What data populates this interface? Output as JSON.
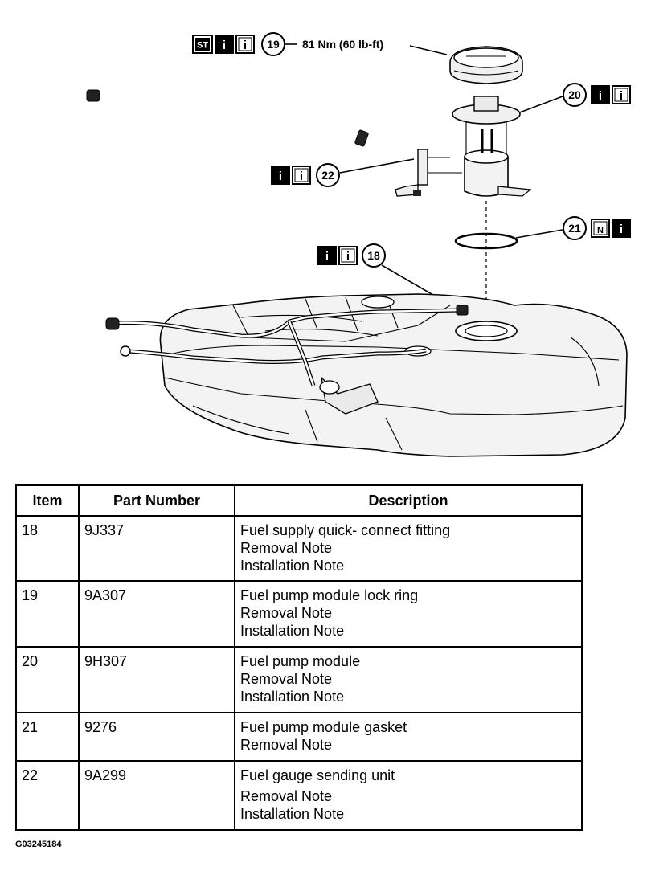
{
  "callouts": {
    "c19": {
      "number": "19",
      "torque": "81 Nm (60 lb-ft)",
      "badges": [
        "ST",
        "i",
        "i"
      ]
    },
    "c20": {
      "number": "20",
      "badges": [
        "i",
        "i"
      ]
    },
    "c21": {
      "number": "21",
      "badges": [
        "N",
        "i"
      ]
    },
    "c22": {
      "number": "22",
      "badges": [
        "i",
        "i"
      ]
    },
    "c18": {
      "number": "18",
      "badges": [
        "i",
        "i"
      ]
    }
  },
  "table": {
    "headers": {
      "item": "Item",
      "part_number": "Part Number",
      "description": "Description"
    },
    "rows": [
      {
        "item": "18",
        "part_number": "9J337",
        "description": [
          "Fuel supply quick- connect fitting",
          "Removal Note",
          "Installation Note"
        ]
      },
      {
        "item": "19",
        "part_number": "9A307",
        "description": [
          "Fuel pump module lock ring",
          "Removal Note",
          "Installation Note"
        ]
      },
      {
        "item": "20",
        "part_number": "9H307",
        "description": [
          "Fuel pump module",
          "Removal Note",
          "Installation Note"
        ]
      },
      {
        "item": "21",
        "part_number": "9276",
        "description": [
          "Fuel pump module gasket",
          "Removal Note"
        ]
      },
      {
        "item": "22",
        "part_number": "9A299",
        "description": [
          "Fuel gauge sending unit",
          "Removal Note",
          "Installation Note"
        ]
      }
    ]
  },
  "figure_id": "G03245184"
}
